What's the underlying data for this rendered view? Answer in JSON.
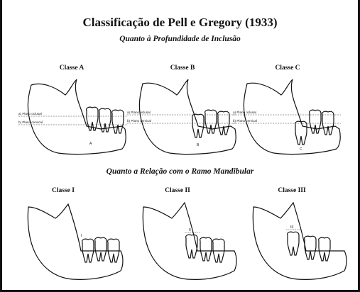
{
  "header": {
    "title": "Classificação de Pell e Gregory (1933)",
    "subtitle_depth": "Quanto à Profundidade de Inclusão",
    "subtitle_ramus": "Quanto a Relação com o Ramo Mandibular"
  },
  "depth_classes": [
    {
      "label": "Classe A",
      "letter": "A",
      "plane_occlusal": "a) Plano oclusal",
      "plane_cervical": "b) Plano cervical"
    },
    {
      "label": "Classe B",
      "letter": "B",
      "plane_occlusal": "a) Plano oclusal",
      "plane_cervical": "b) Plano cervical"
    },
    {
      "label": "Classe C",
      "letter": "C",
      "plane_occlusal": "a) Plano oclusal",
      "plane_cervical": "b) Plano cervical"
    }
  ],
  "ramus_classes": [
    {
      "label": "Classe I",
      "marker": "I"
    },
    {
      "label": "Classe II",
      "marker": "II"
    },
    {
      "label": "Classe III",
      "marker": "III"
    }
  ]
}
